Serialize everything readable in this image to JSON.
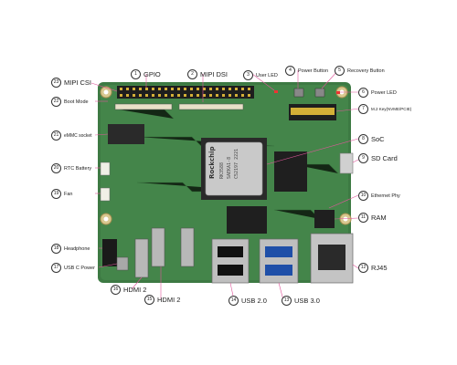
{
  "board": {
    "soc_marking": [
      "Rockchip",
      "RK3588",
      "SAEKA1-8",
      "C52197 2221"
    ]
  },
  "callouts": [
    {
      "id": "gpio",
      "num": "1",
      "text": "GPIO"
    },
    {
      "id": "mipi-dsi",
      "num": "2",
      "text": "MIPI DSI"
    },
    {
      "id": "user-led",
      "num": "3",
      "text": "User LED"
    },
    {
      "id": "power-button",
      "num": "4",
      "text": "Power Button"
    },
    {
      "id": "recovery-button",
      "num": "5",
      "text": "Recovery Button"
    },
    {
      "id": "power-led",
      "num": "6",
      "text": "Power LED"
    },
    {
      "id": "m2-key",
      "num": "7",
      "text": "M.2 Key(NVME/PCIE)"
    },
    {
      "id": "soc",
      "num": "8",
      "text": "SoC"
    },
    {
      "id": "sd-card",
      "num": "9",
      "text": "SD Card"
    },
    {
      "id": "ethernet-phy",
      "num": "10",
      "text": "Ethernet Phy"
    },
    {
      "id": "ram",
      "num": "11",
      "text": "RAM"
    },
    {
      "id": "rj45",
      "num": "12",
      "text": "RJ45"
    },
    {
      "id": "usb30",
      "num": "13",
      "text": "USB 3.0"
    },
    {
      "id": "usb20",
      "num": "14",
      "text": "USB 2.0"
    },
    {
      "id": "hdmi2b",
      "num": "15",
      "text": "HDMI 2"
    },
    {
      "id": "hdmi2a",
      "num": "16",
      "text": "HDMI 2"
    },
    {
      "id": "usbc-power",
      "num": "17",
      "text": "USB C Power"
    },
    {
      "id": "headphone",
      "num": "18",
      "text": "Headphone"
    },
    {
      "id": "fan",
      "num": "19",
      "text": "Fan"
    },
    {
      "id": "rtc-battery",
      "num": "20",
      "text": "RTC Battery"
    },
    {
      "id": "emmc-socket",
      "num": "21",
      "text": "eMMC socket"
    },
    {
      "id": "boot-mode",
      "num": "22",
      "text": "Boot Mode"
    },
    {
      "id": "mipi-csi",
      "num": "23",
      "text": "MIPI CSI"
    }
  ],
  "colors": {
    "pcb": "#3d7a43",
    "pcb_dark": "#2a5c2f",
    "leader": "#e0569b",
    "label_text": "#222222"
  }
}
